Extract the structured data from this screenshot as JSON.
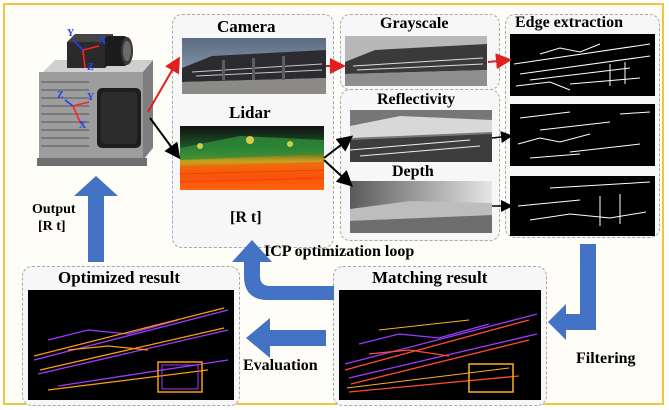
{
  "labels": {
    "camera": "Camera",
    "lidar": "Lidar",
    "grayscale": "Grayscale",
    "reflectivity": "Reflectivity",
    "depth": "Depth",
    "edge_extraction": "Edge extraction",
    "rt": "[R t]",
    "output_line1": "Output",
    "output_line2": "[R t]",
    "icp_loop": "ICP optimization loop",
    "optimized_result": "Optimized result",
    "matching_result": "Matching result",
    "evaluation": "Evaluation",
    "filtering": "Filtering"
  },
  "sensor_axes": {
    "camera_axes": [
      "X",
      "Y",
      "Z"
    ],
    "lidar_axes": [
      "X",
      "Y",
      "Z"
    ]
  },
  "colors": {
    "frame_border": "#f0c640",
    "arrow_blue": "#4472c4",
    "arrow_red": "#e02020",
    "panel_border": "#a8a8a8",
    "panel_bg": "#f7f7f7"
  }
}
